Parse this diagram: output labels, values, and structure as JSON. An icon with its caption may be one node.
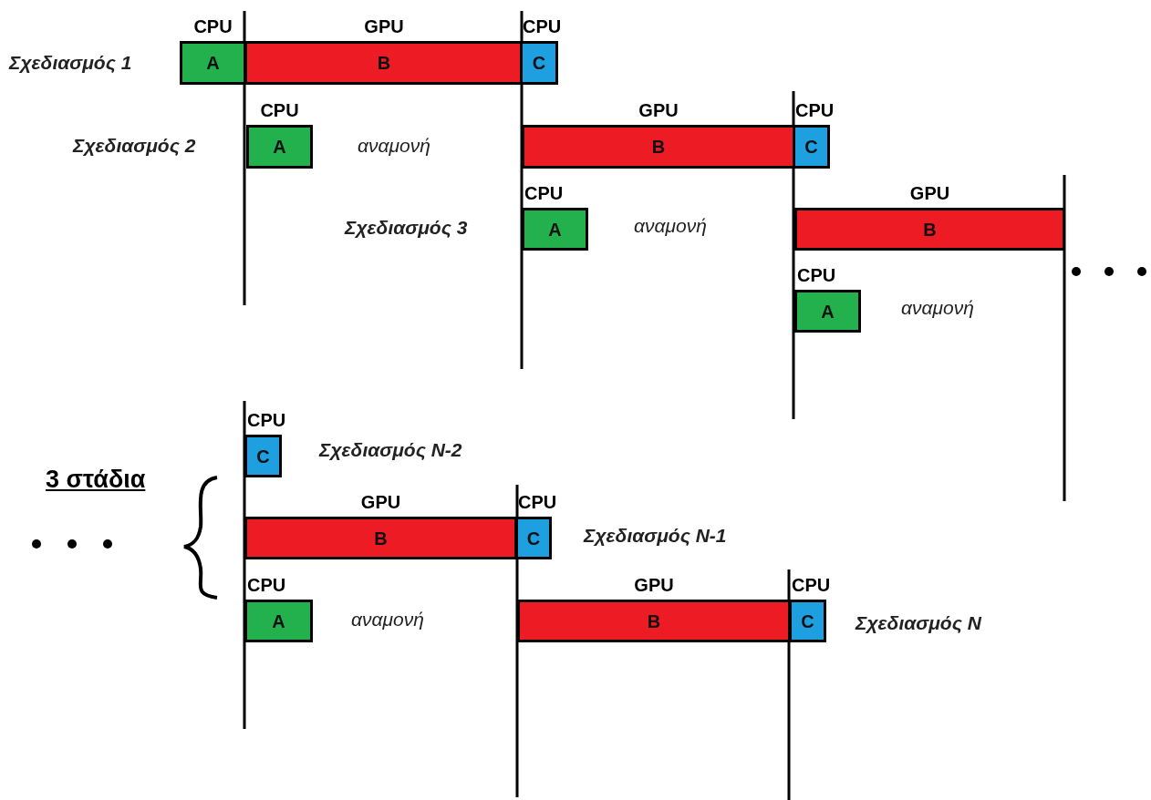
{
  "diagram": {
    "nodes": [
      {
        "text": [
          "CPU",
          "A"
        ]
      },
      {
        "text": [
          "GPU",
          "B"
        ]
      },
      {
        "text": [
          "CPU",
          "C"
        ]
      },
      {
        "text": [
          "CPU",
          "A"
        ]
      },
      {
        "text": [
          "GPU",
          "B"
        ]
      },
      {
        "text": [
          "CPU",
          "C"
        ]
      },
      {
        "text": [
          "CPU",
          "A"
        ]
      },
      {
        "text": [
          "GPU",
          "B"
        ]
      },
      {
        "text": [
          "CPU",
          "A"
        ]
      },
      {
        "text": [
          "CPU",
          "C"
        ]
      },
      {
        "text": [
          "GPU",
          "B"
        ]
      },
      {
        "text": [
          "CPU",
          "C"
        ]
      },
      {
        "text": [
          "CPU",
          "A"
        ]
      },
      {
        "text": [
          "GPU",
          "B"
        ]
      },
      {
        "text": [
          "CPU",
          "C"
        ]
      }
    ],
    "labels": [
      "Σχεδιασμός 1",
      "Σχεδιασμός 2",
      "αναμονή",
      "Σχεδιασμός 3",
      "αναμονή",
      "αναμονή",
      "Σχεδιασμός N-2",
      "3 στάδια",
      "Σχεδιασμός N-1",
      "αναμονή",
      "Σχεδιασμός N"
    ]
  }
}
